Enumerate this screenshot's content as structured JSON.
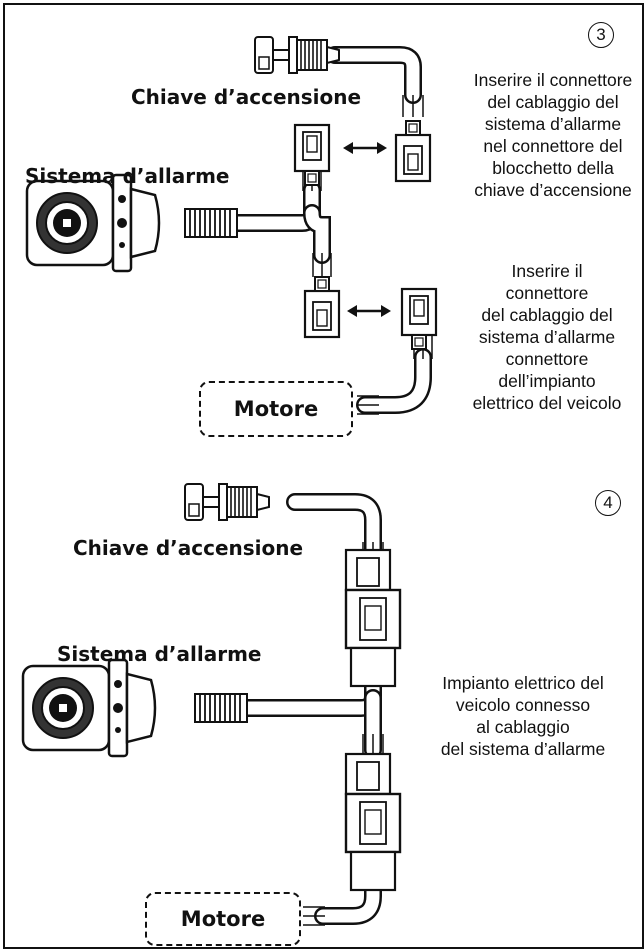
{
  "panel_3": {
    "step": "3",
    "ignition_key": "Chiave d’accensione",
    "alarm_system": "Sistema d’allarme",
    "engine": "Motore",
    "instruction_1": [
      "Inserire il connettore",
      "del cablaggio del",
      "sistema d’allarme",
      "nel connettore del",
      "blocchetto della",
      "chiave d’accensione"
    ],
    "instruction_2": [
      "Inserire il",
      "connettore",
      "del cablaggio del",
      "sistema d’allarme",
      "connettore",
      "dell’impianto",
      "elettrico del veicolo"
    ]
  },
  "panel_4": {
    "step": "4",
    "ignition_key": "Chiave d’accensione",
    "alarm_system": "Sistema d’allarme",
    "engine": "Motore",
    "result": [
      "Impianto elettrico del",
      "veicolo connesso",
      "al cablaggio",
      "del sistema d’allarme"
    ]
  }
}
